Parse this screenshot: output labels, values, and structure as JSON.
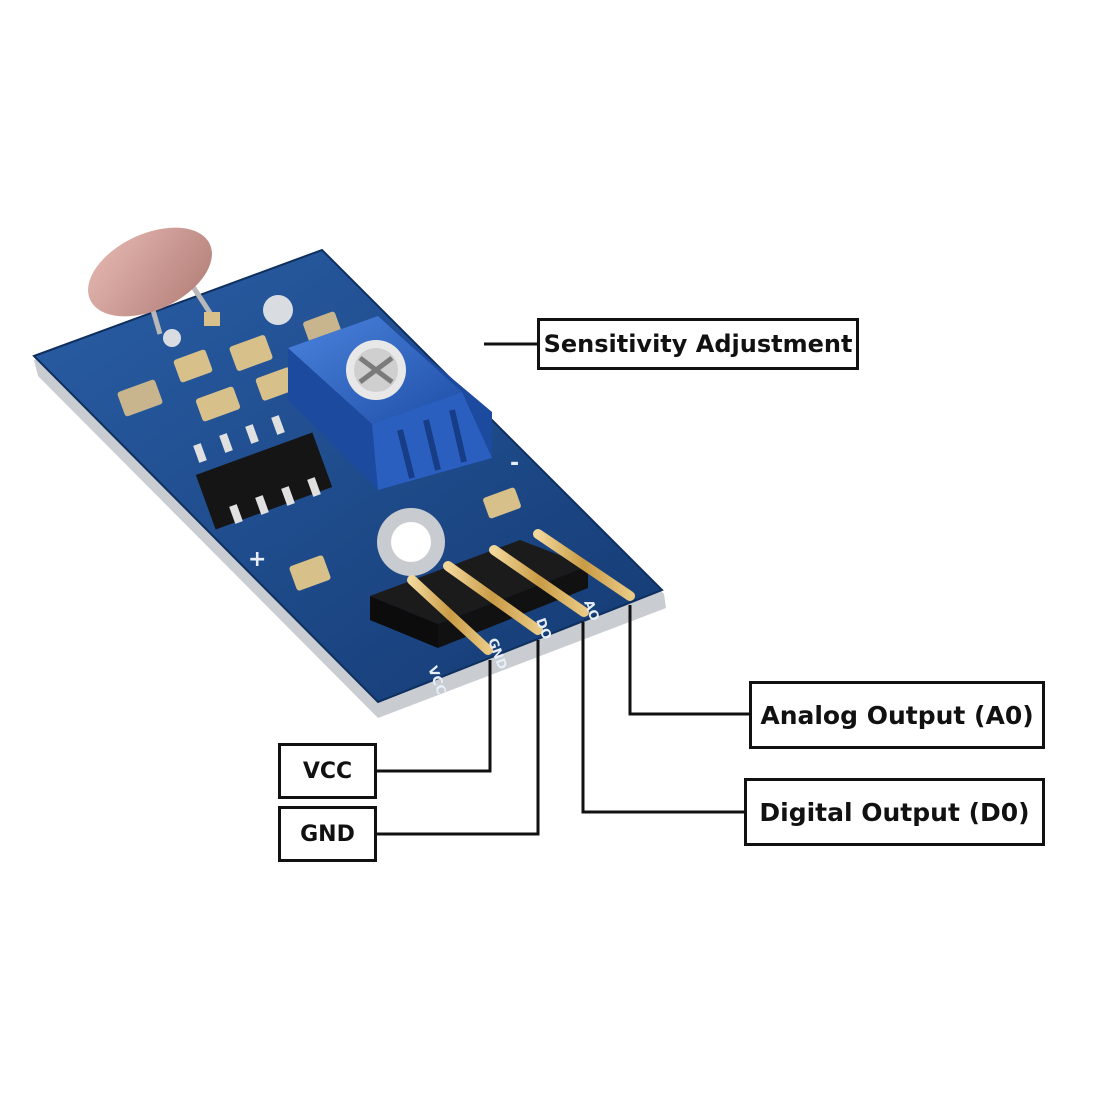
{
  "labels": {
    "sensitivity": "Sensitivity Adjustment",
    "analog_output": "Analog Output (A0)",
    "digital_output": "Digital Output (D0)",
    "vcc": "VCC",
    "gnd": "GND"
  },
  "silkscreen": {
    "plus": "+",
    "minus": "-",
    "pin_vcc": "VCC",
    "pin_gnd": "GND",
    "pin_do": "DO",
    "pin_ao": "AO"
  },
  "colors": {
    "pcb": "#1f4e8f",
    "potentiometer": "#2c64c4",
    "pin_gold": "#d7b36a",
    "header_black": "#161616",
    "label_border": "#111111"
  }
}
